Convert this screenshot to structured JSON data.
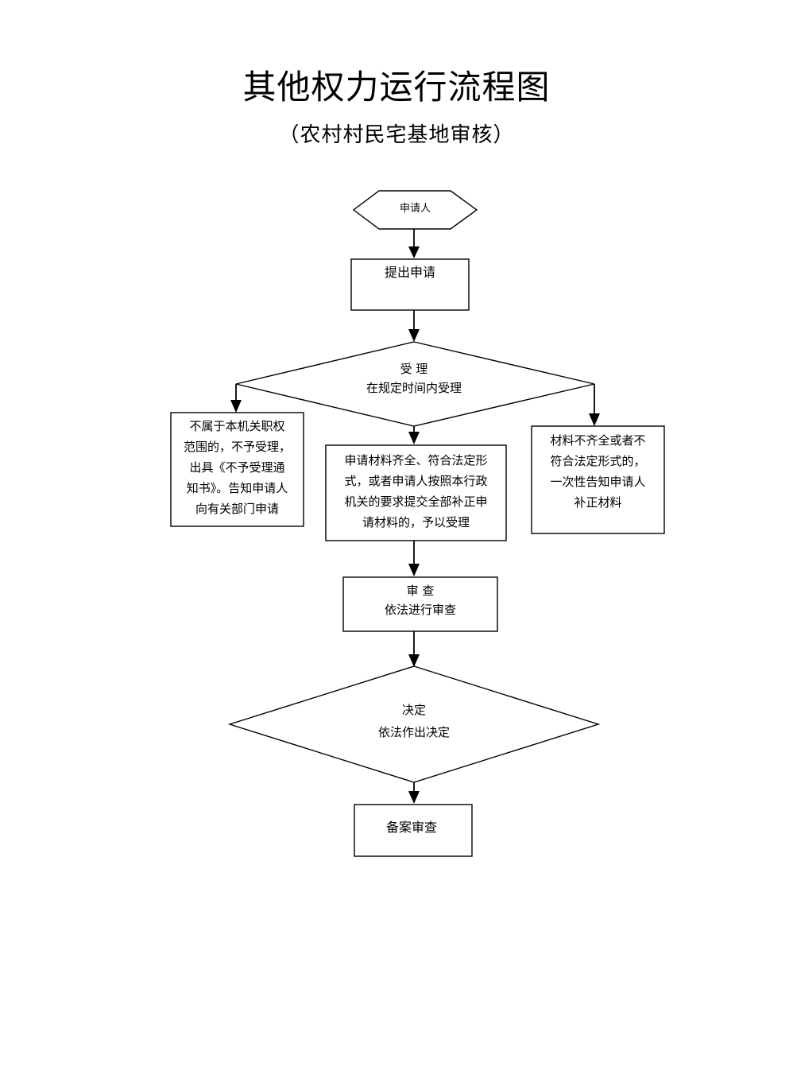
{
  "document": {
    "title": "其他权力运行流程图",
    "subtitle": "（农村村民宅基地审核）"
  },
  "flowchart": {
    "type": "process-flow-diagram",
    "orientation": "top-to-bottom",
    "nodes": [
      {
        "id": "applicant",
        "shape": "hexagon",
        "label": "申请人"
      },
      {
        "id": "submit-application",
        "shape": "rectangle",
        "label": "提出申请"
      },
      {
        "id": "acceptance",
        "shape": "diamond",
        "label_line1": "受  理",
        "label_line2": "在规定时间内受理"
      },
      {
        "id": "out-of-scope",
        "shape": "rectangle",
        "label": "不属于本机关职权\n范围的，不予受理，\n出具《不予受理通\n知书》。告知申请人\n向有关部门申请"
      },
      {
        "id": "accept-complete",
        "shape": "rectangle",
        "label": "申请材料齐全、符合法定形\n式，或者申请人按照本行政\n机关的要求提交全部补正申\n请材料的，予以受理"
      },
      {
        "id": "incomplete-materials",
        "shape": "rectangle",
        "label": "材料不齐全或者不\n符合法定形式的，\n一次性告知申请人\n补正材料"
      },
      {
        "id": "review",
        "shape": "rectangle",
        "label_line1": "审  查",
        "label_line2": "依法进行审查"
      },
      {
        "id": "decision",
        "shape": "diamond",
        "label_line1": "决定",
        "label_line2": "依法作出决定"
      },
      {
        "id": "record-filing-review",
        "shape": "rectangle",
        "label": "备案审查"
      }
    ],
    "edges": [
      {
        "from": "applicant",
        "to": "submit-application"
      },
      {
        "from": "submit-application",
        "to": "acceptance"
      },
      {
        "from": "acceptance",
        "to": "out-of-scope"
      },
      {
        "from": "acceptance",
        "to": "accept-complete"
      },
      {
        "from": "acceptance",
        "to": "incomplete-materials"
      },
      {
        "from": "accept-complete",
        "to": "review"
      },
      {
        "from": "review",
        "to": "decision"
      },
      {
        "from": "decision",
        "to": "record-filing-review"
      }
    ]
  },
  "colors": {
    "background": "#ffffff",
    "stroke": "#000000",
    "text": "#000000"
  }
}
